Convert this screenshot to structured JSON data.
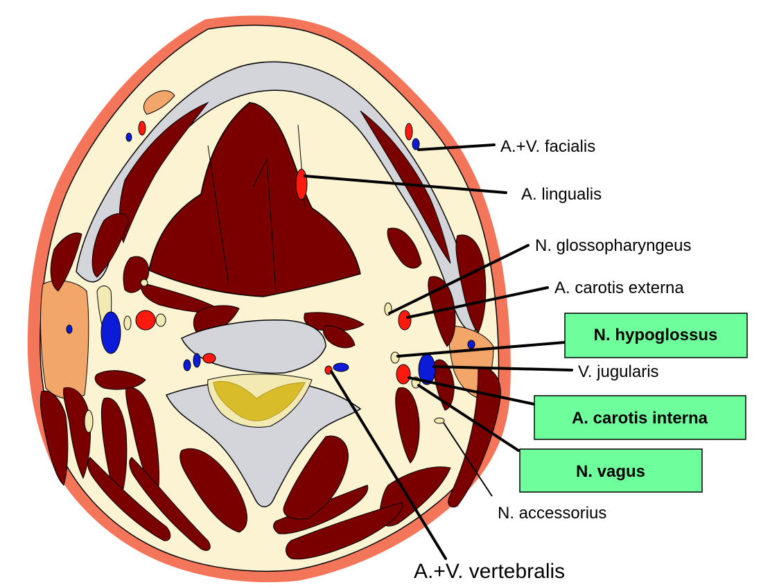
{
  "labels": {
    "facialis": "A.+V. facialis",
    "lingualis": "A. lingualis",
    "glossopharyngeus": "N. glossopharyngeus",
    "carotis_externa": "A. carotis externa",
    "hypoglossus": "N. hypoglossus",
    "jugularis": "V. jugularis",
    "carotis_interna": "A. carotis interna",
    "vagus": "N. vagus",
    "accessorius": "N. accessorius",
    "vertebralis": "A.+V. vertebralis"
  },
  "highlighted_labels": [
    "N. hypoglossus",
    "A. carotis interna",
    "N. vagus"
  ],
  "colors": {
    "skin": "#f4765a",
    "tissue": "#fbf3d2",
    "muscle": "#7a0000",
    "bone": "#d4d5da",
    "artery": "#ff1a10",
    "vein": "#0b1bd8",
    "nerve": "#f3e9b3",
    "fat_pad": "#f2a66a",
    "spinal_cord": "#d8bc2a",
    "highlight_box": "#6eff9c"
  }
}
